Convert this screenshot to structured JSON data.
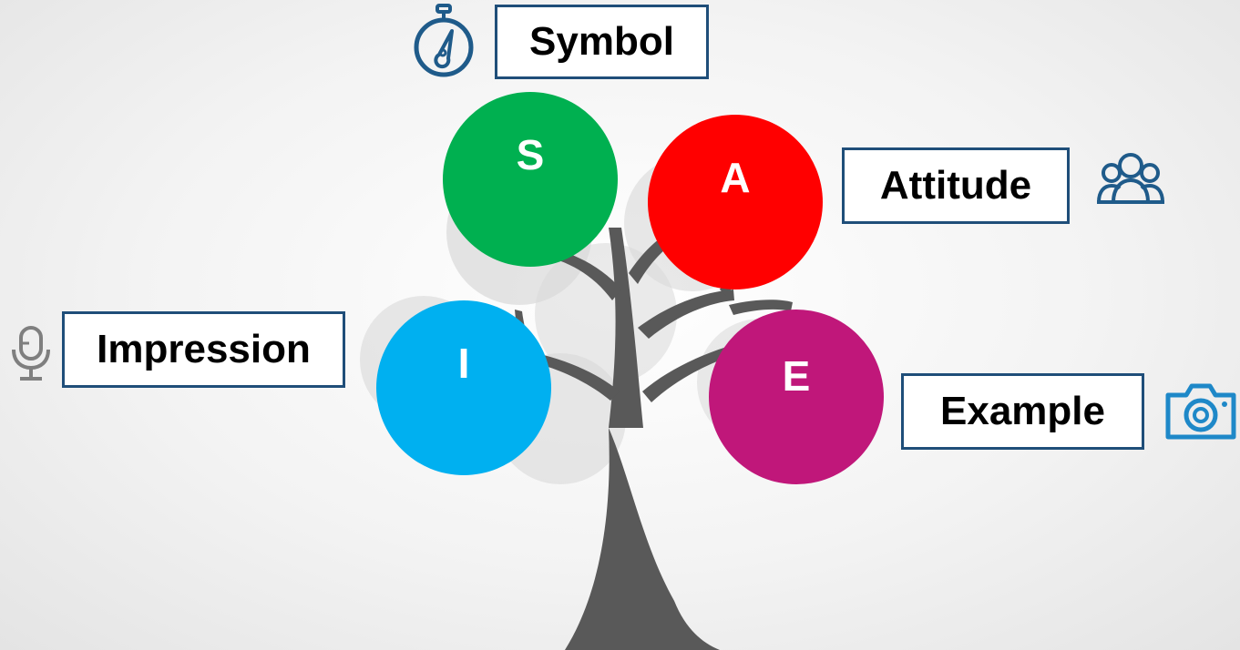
{
  "colors": {
    "symbol": "#00b050",
    "attitude": "#ff0000",
    "impression": "#00b0f0",
    "example": "#c0177a",
    "trunk": "#595959",
    "box_border": "#1f4e79",
    "icon_blue": "#1f5b8a",
    "icon_camera": "#1e88c8",
    "icon_grey": "#7f7f7f"
  },
  "circles": {
    "symbol": "S",
    "attitude": "A",
    "impression": "I",
    "example": "E"
  },
  "labels": {
    "symbol": "Symbol",
    "attitude": "Attitude",
    "impression": "Impression",
    "example": "Example"
  },
  "icons": {
    "symbol": "stopwatch-icon",
    "attitude": "people-group-icon",
    "impression": "microphone-icon",
    "example": "camera-icon"
  }
}
